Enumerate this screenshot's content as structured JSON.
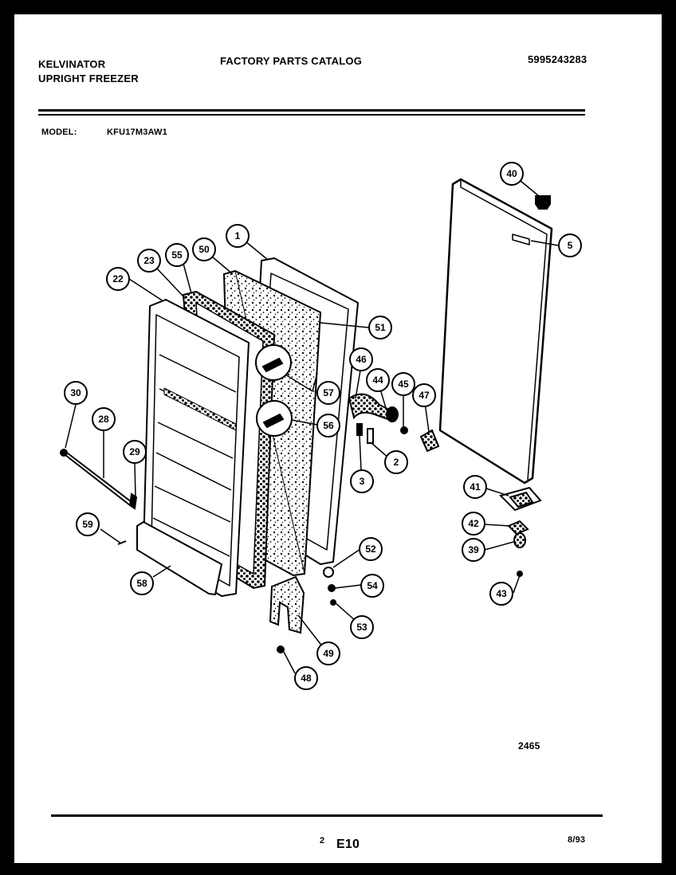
{
  "header": {
    "brand": "KELVINATOR",
    "product": "UPRIGHT FREEZER",
    "catalog_title": "FACTORY PARTS CATALOG",
    "catalog_number": "5995243283",
    "model_label": "MODEL:",
    "model_value": "KFU17M3AW1"
  },
  "diagram": {
    "drawing_number": "2465",
    "callouts": [
      "1",
      "2",
      "3",
      "5",
      "22",
      "23",
      "28",
      "29",
      "30",
      "39",
      "40",
      "41",
      "42",
      "43",
      "44",
      "45",
      "46",
      "47",
      "48",
      "49",
      "50",
      "51",
      "52",
      "53",
      "54",
      "55",
      "56",
      "57",
      "58",
      "59"
    ]
  },
  "footer": {
    "page_number": "2",
    "section_code": "E10",
    "date": "8/93"
  }
}
